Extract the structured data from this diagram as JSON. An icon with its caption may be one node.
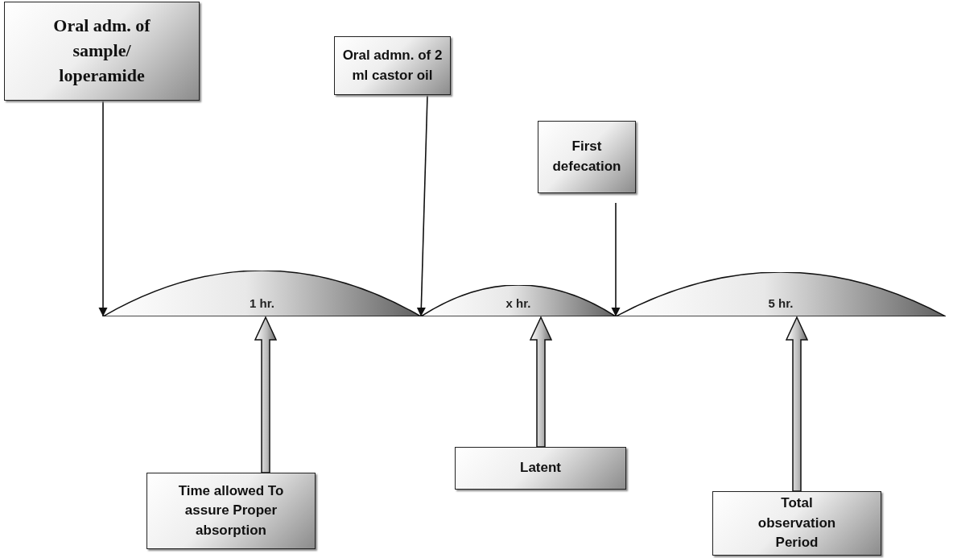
{
  "diagram": {
    "nodes": [
      {
        "text": [
          "Oral adm. of sample/ loperamide"
        ]
      },
      {
        "text": [
          "Oral admn. of 2 ml castor oil"
        ]
      },
      {
        "text": [
          "First defecation"
        ]
      },
      {
        "text": [
          "1 hr."
        ]
      },
      {
        "text": [
          "x hr."
        ]
      },
      {
        "text": [
          "5 hr."
        ]
      },
      {
        "text": [
          "Time allowed To assure Proper absorption"
        ]
      },
      {
        "text": [
          "Latent"
        ]
      },
      {
        "text": [
          "Total observation Period"
        ]
      }
    ],
    "edges": [
      {
        "from": 0,
        "to": 3,
        "arrow": "to"
      },
      {
        "from": 1,
        "to": 4,
        "arrow": "to"
      },
      {
        "from": 2,
        "to": 5,
        "arrow": "to"
      },
      {
        "from": 6,
        "to": 3,
        "arrow": "to",
        "style": "thick"
      },
      {
        "from": 7,
        "to": 4,
        "arrow": "to",
        "style": "thick"
      },
      {
        "from": 8,
        "to": 5,
        "arrow": "to",
        "style": "thick"
      }
    ]
  }
}
